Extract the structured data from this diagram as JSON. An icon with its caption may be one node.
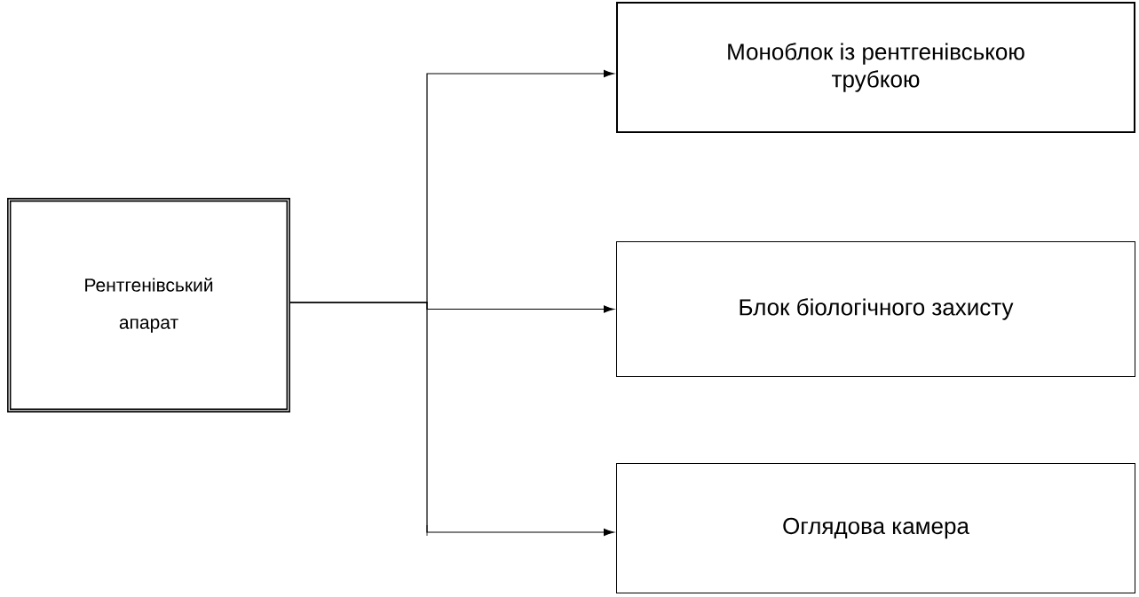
{
  "diagram": {
    "nodes": [
      {
        "text": [
          "Рентгенівський апарат"
        ]
      },
      {
        "text": [
          "Моноблок із рентгенівською трубкою"
        ]
      },
      {
        "text": [
          "Блок біологічного захисту"
        ]
      },
      {
        "text": [
          "Оглядова камера"
        ]
      }
    ],
    "edges": [
      {
        "from": 0,
        "to": 1,
        "arrow": "to"
      },
      {
        "from": 0,
        "to": 2,
        "arrow": "to"
      },
      {
        "from": 0,
        "to": 3,
        "arrow": "to"
      }
    ]
  }
}
